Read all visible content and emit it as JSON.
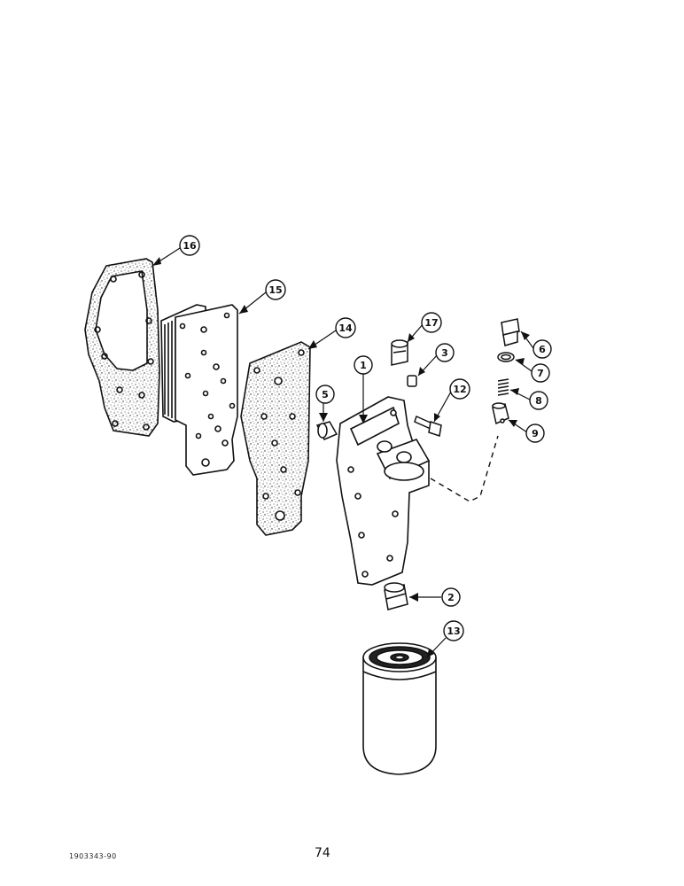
{
  "diagram": {
    "callouts": [
      {
        "id": "16",
        "label": "16"
      },
      {
        "id": "15",
        "label": "15"
      },
      {
        "id": "14",
        "label": "14"
      },
      {
        "id": "17",
        "label": "17"
      },
      {
        "id": "3",
        "label": "3"
      },
      {
        "id": "1",
        "label": "1"
      },
      {
        "id": "12",
        "label": "12"
      },
      {
        "id": "5",
        "label": "5"
      },
      {
        "id": "6",
        "label": "6"
      },
      {
        "id": "7",
        "label": "7"
      },
      {
        "id": "8",
        "label": "8"
      },
      {
        "id": "9",
        "label": "9"
      },
      {
        "id": "2",
        "label": "2"
      },
      {
        "id": "13",
        "label": "13"
      }
    ]
  },
  "footer": {
    "code": "1903343-90",
    "page_number": "74"
  }
}
